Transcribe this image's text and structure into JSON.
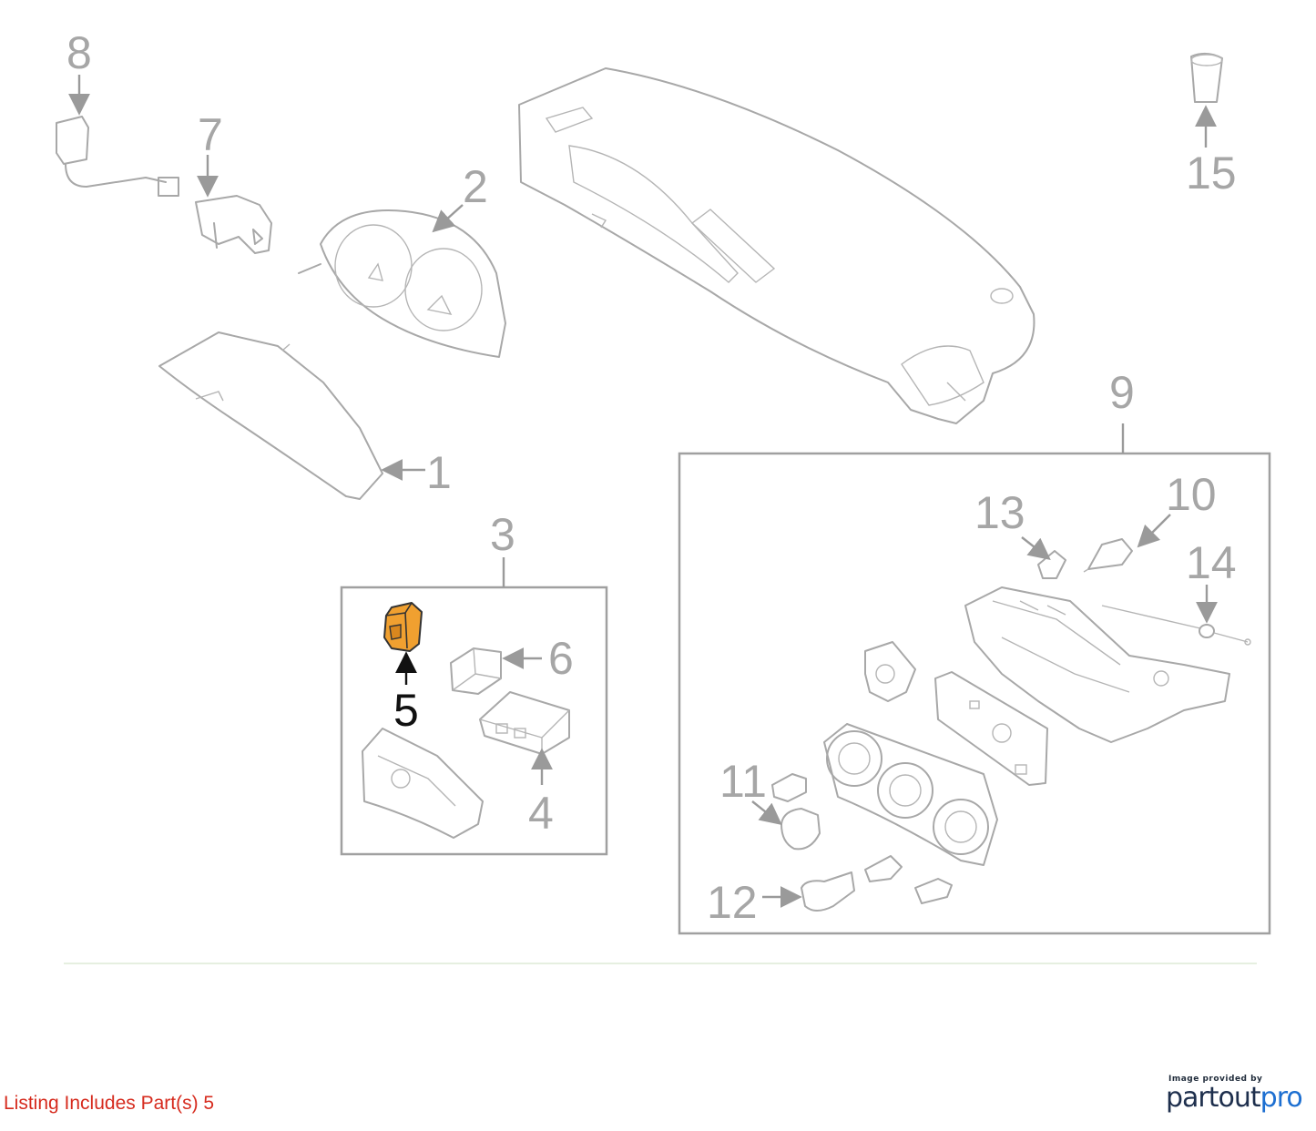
{
  "diagram": {
    "callouts": [
      "1",
      "2",
      "3",
      "4",
      "5",
      "6",
      "7",
      "8",
      "9",
      "10",
      "11",
      "12",
      "13",
      "14",
      "15"
    ],
    "highlighted_part": "5",
    "highlight_color": "#f0a030"
  },
  "footer": {
    "listing_text": "Listing Includes Part(s) 5",
    "provided_by": "Image provided by",
    "brand_main": "partout",
    "brand_accent": "pro"
  }
}
